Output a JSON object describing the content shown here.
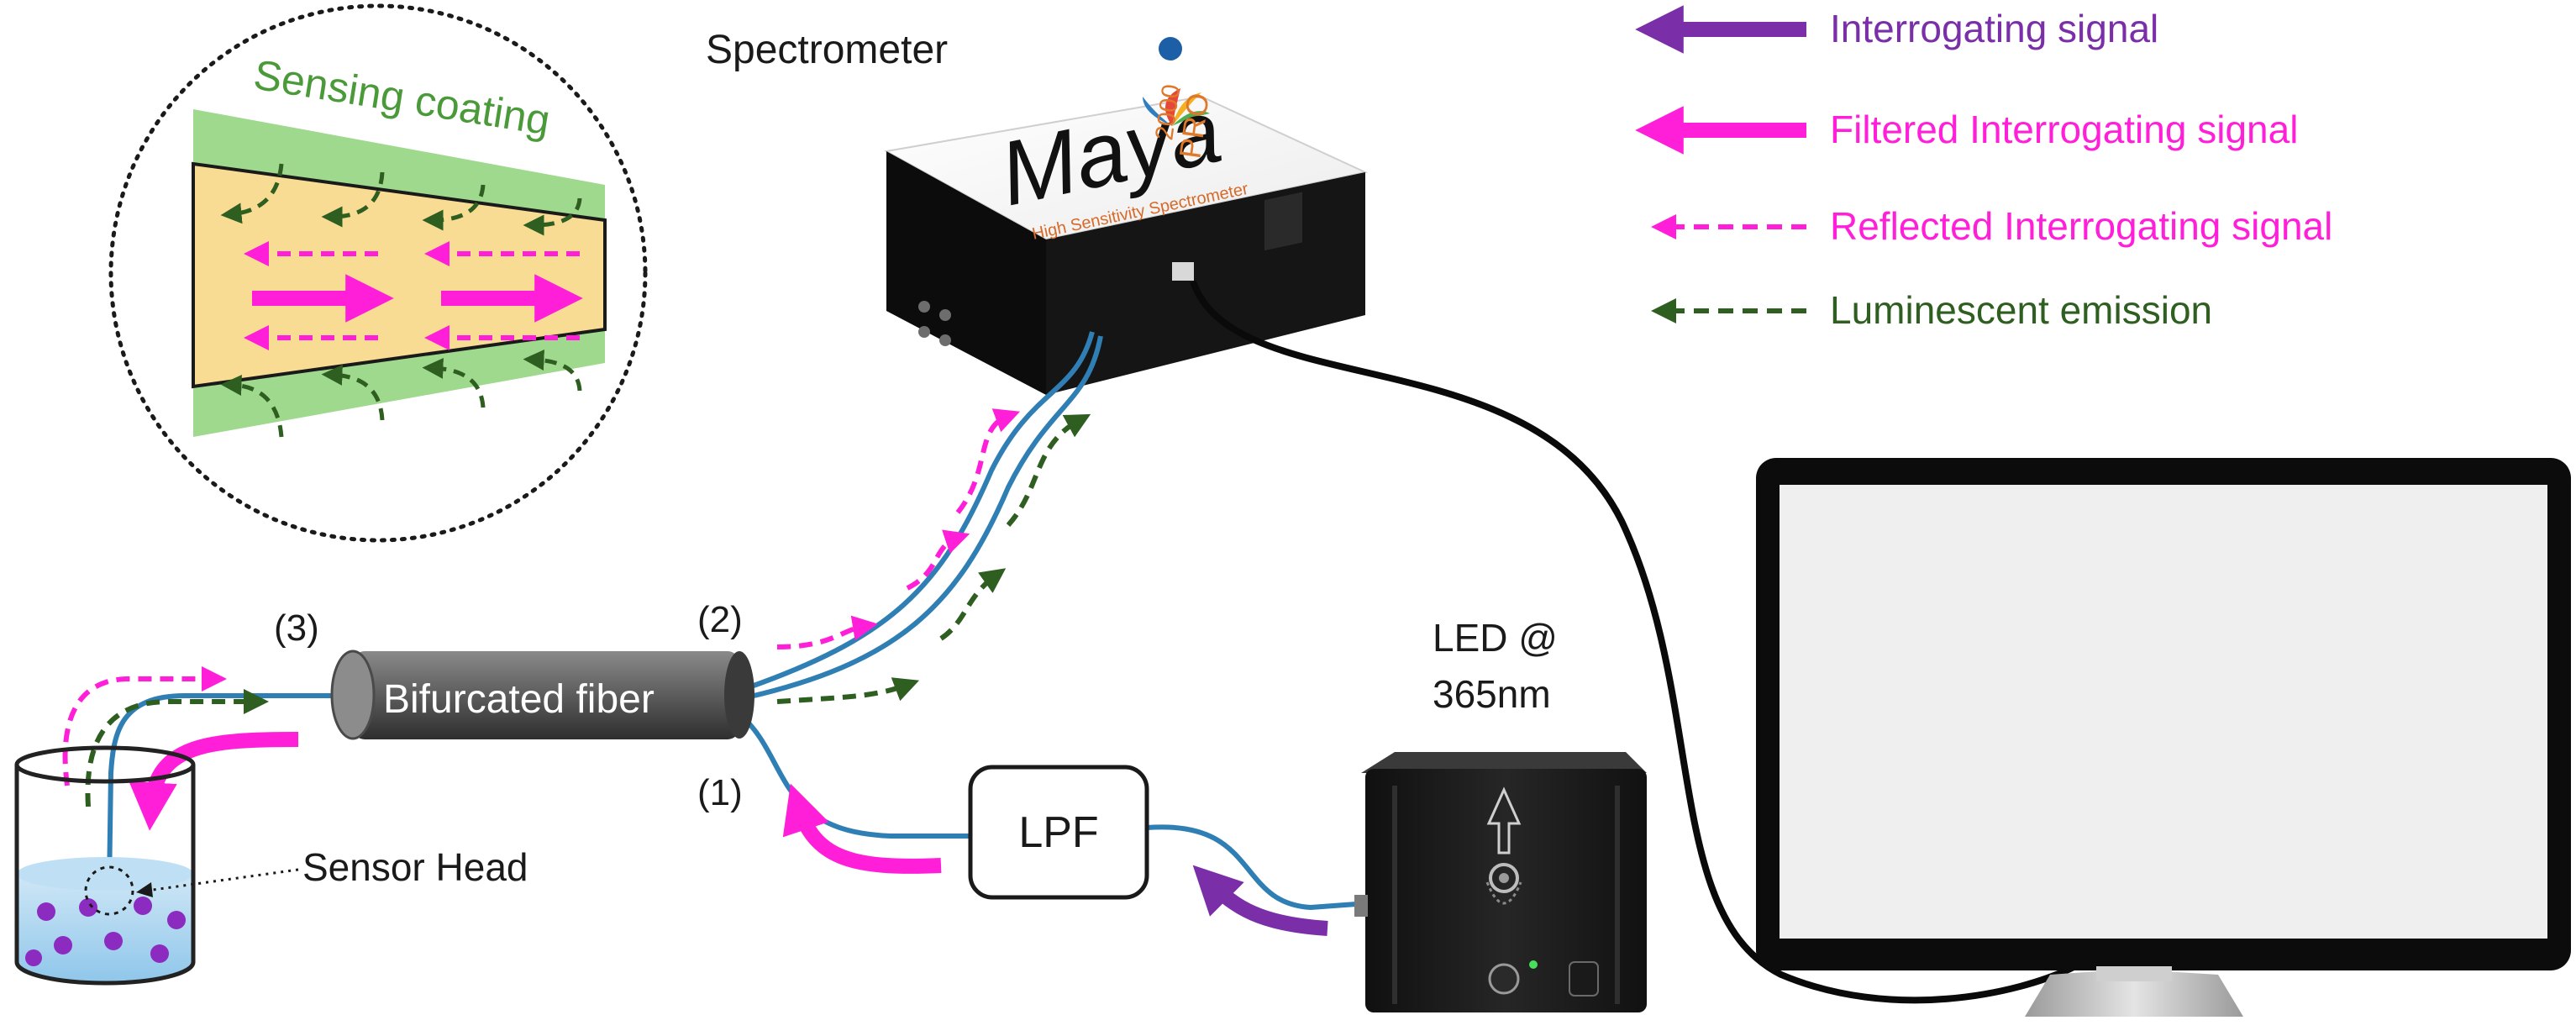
{
  "labels": {
    "spectrometer": "Spectrometer",
    "sensing_coating": "Sensing coating",
    "bifurcated_fiber": "Bifurcated fiber",
    "port_1": "(1)",
    "port_2": "(2)",
    "port_3": "(3)",
    "led_line1": "LED @",
    "led_line2": "365nm",
    "lpf": "LPF",
    "sensor_head": "Sensor Head"
  },
  "spectrometer_device": {
    "brand": "Maya",
    "model_top": "2000",
    "model_bottom": "PRO",
    "subtitle": "High Sensitivity Spectrometer"
  },
  "legend": [
    {
      "label": "Interrogating signal",
      "style": "solid",
      "color": "#7a2fa8"
    },
    {
      "label": "Filtered Interrogating signal",
      "style": "solid",
      "color": "#ff1fd9"
    },
    {
      "label": "Reflected Interrogating signal",
      "style": "dashed",
      "color": "#ff1fd9"
    },
    {
      "label": "Luminescent emission",
      "style": "dashed",
      "color": "#2e5e20"
    }
  ],
  "colors": {
    "interrogating": "#7a2fa8",
    "filtered": "#ff1fd9",
    "reflected": "#ff1fd9",
    "luminescent": "#2e5e20",
    "fiber": "#2f7fb5",
    "coating": "#9fd98e",
    "core": "#f8dc94",
    "sensing_label": "#4a9a3a"
  }
}
